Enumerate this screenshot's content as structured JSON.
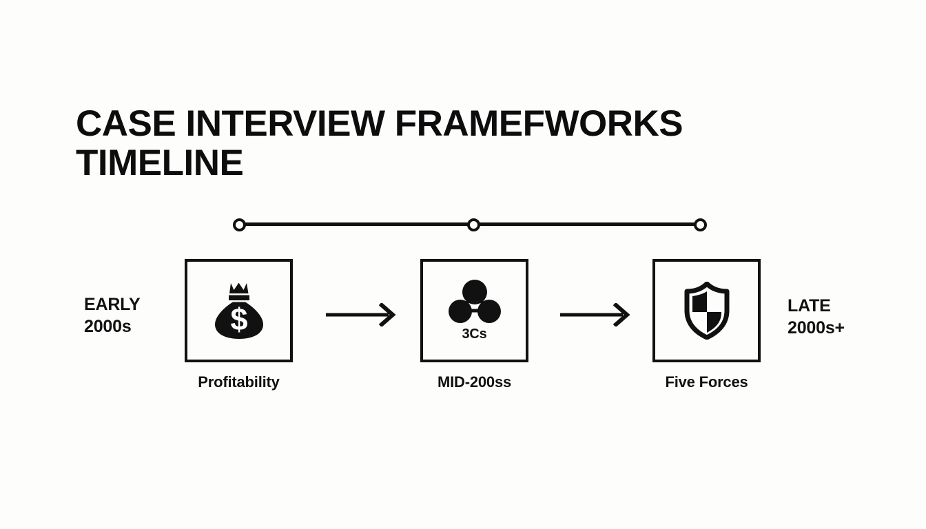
{
  "page": {
    "title": "CASE INTERVIEW FRAMEFWORKS\nTIMELINE",
    "background_color": "#fdfdfc",
    "ink_color": "#111111"
  },
  "timeline": {
    "nodes": [
      {
        "name": "timeline-node-start",
        "position_pct": 0
      },
      {
        "name": "timeline-node-middle",
        "position_pct": 50
      },
      {
        "name": "timeline-node-end",
        "position_pct": 100
      }
    ]
  },
  "eras": {
    "left": "EARLY\n2000s",
    "right": "LATE\n2000s+"
  },
  "stages": [
    {
      "icon": "money-bag-dollar-icon",
      "icon_label": "",
      "caption": "Profitability"
    },
    {
      "icon": "three-circles-network-icon",
      "icon_label": "3Cs",
      "caption": "MID-200ss"
    },
    {
      "icon": "shield-quartered-icon",
      "icon_label": "",
      "caption": "Five Forces"
    }
  ],
  "arrows": [
    {
      "name": "arrow-stage-1-to-2",
      "direction": "right"
    },
    {
      "name": "arrow-stage-2-to-3",
      "direction": "right"
    }
  ]
}
